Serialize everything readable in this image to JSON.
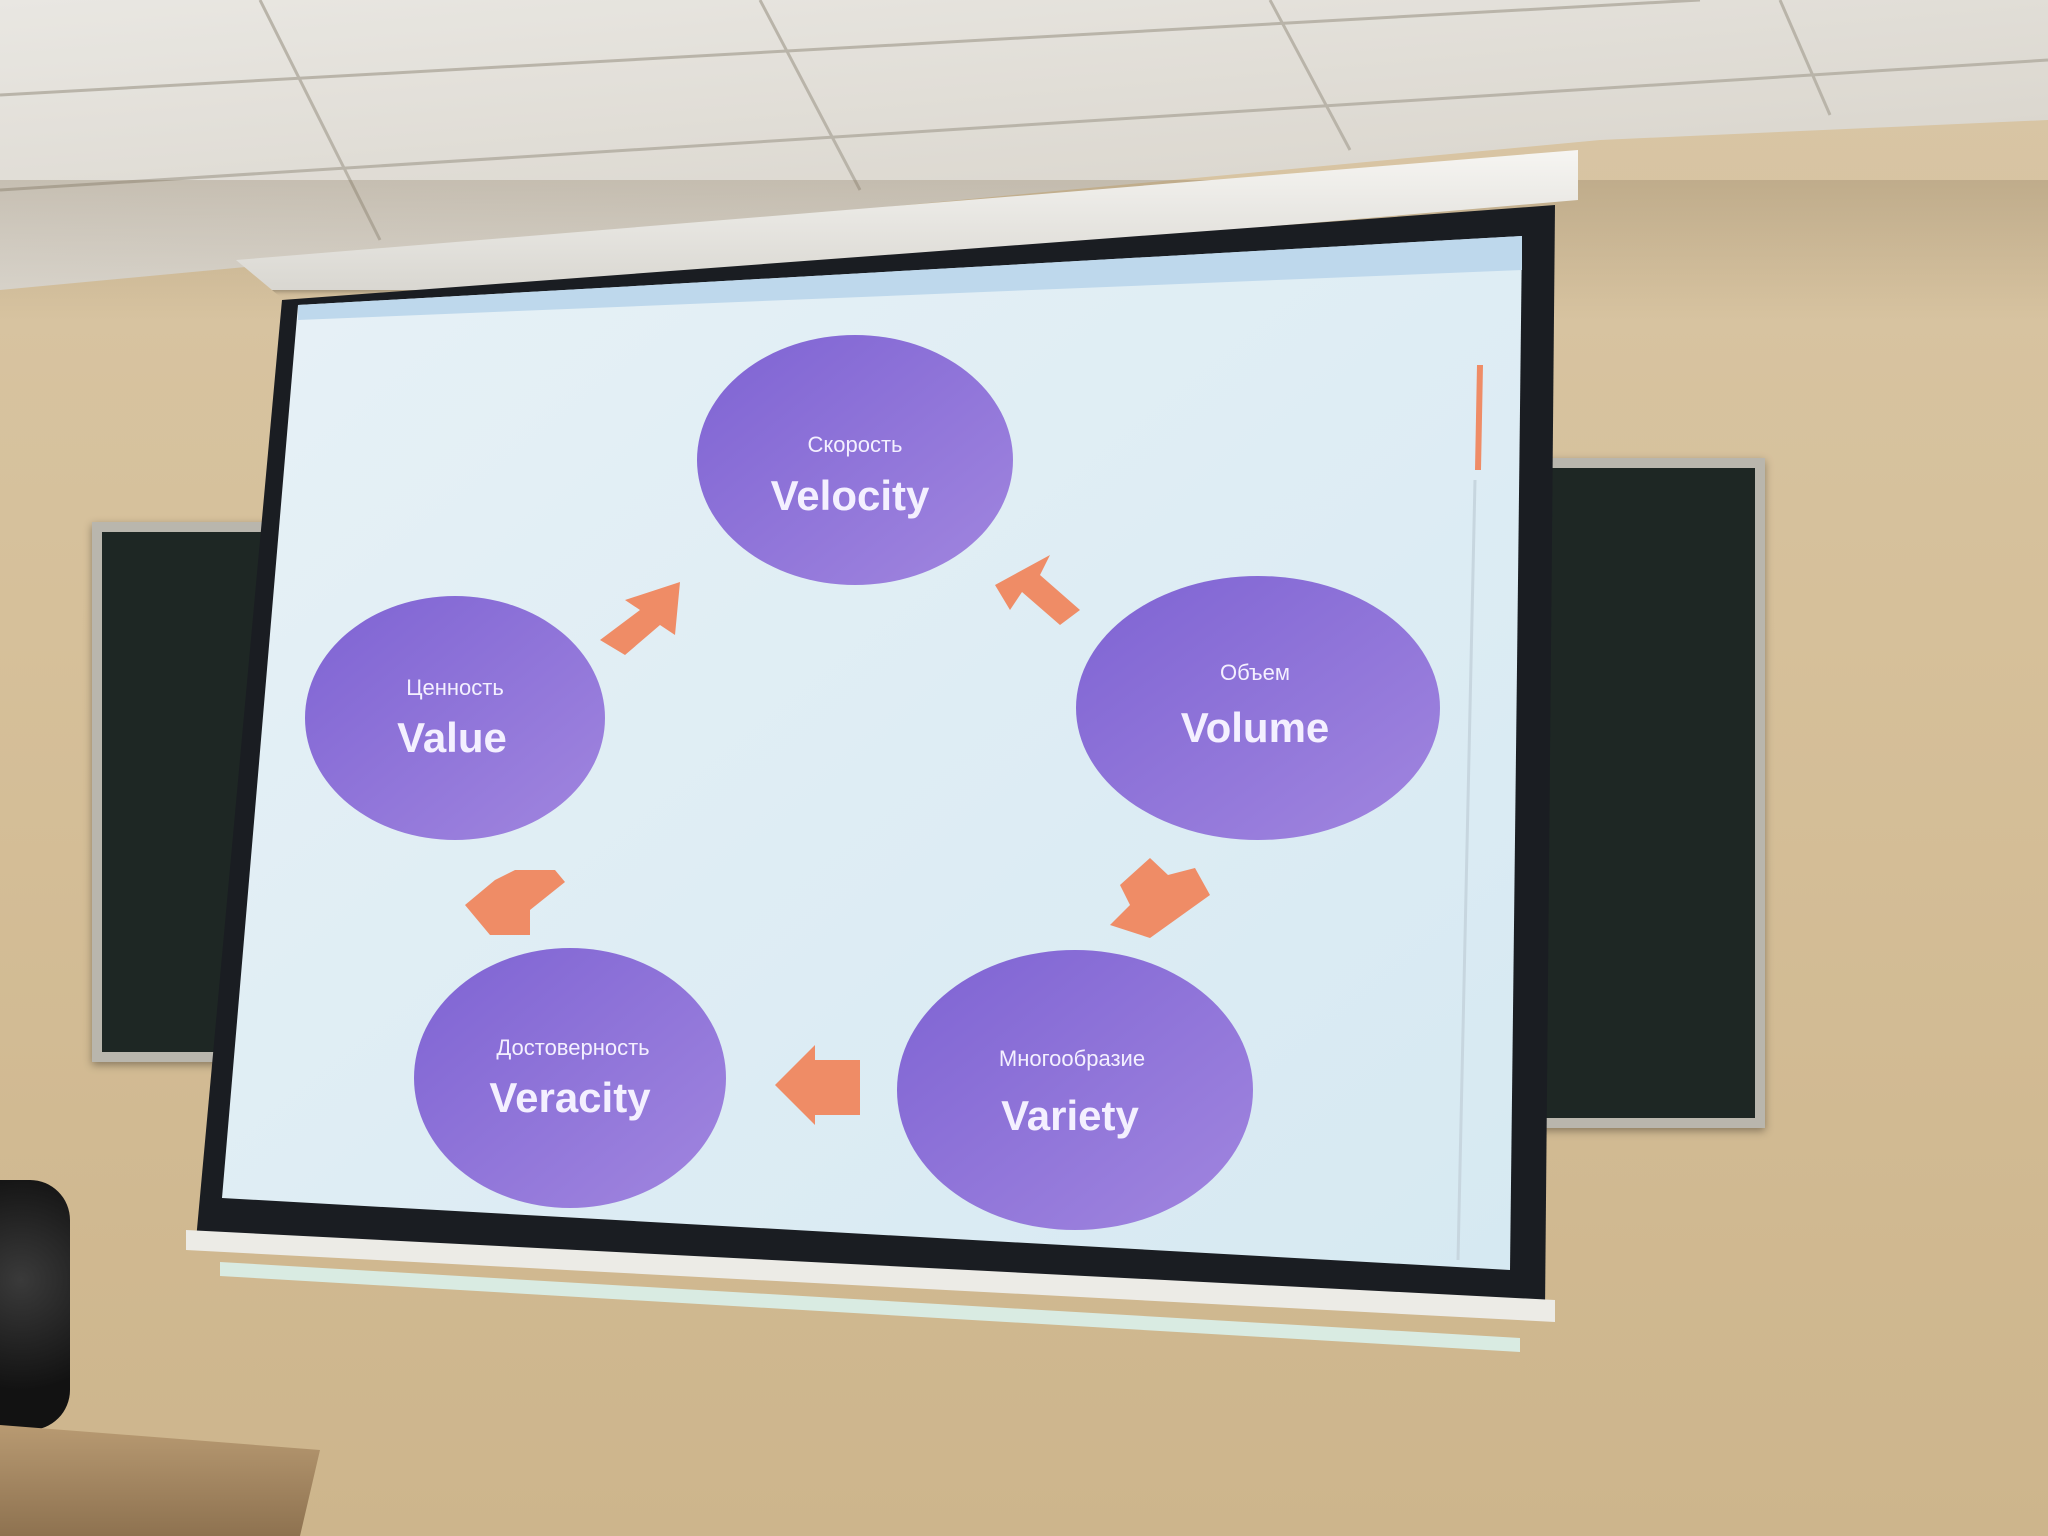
{
  "slide": {
    "nodes": [
      {
        "id": "velocity",
        "ru": "Скорость",
        "en": "Velocity"
      },
      {
        "id": "volume",
        "ru": "Объем",
        "en": "Volume"
      },
      {
        "id": "variety",
        "ru": "Многообразие",
        "en": "Variety"
      },
      {
        "id": "veracity",
        "ru": "Достоверность",
        "en": "Veracity"
      },
      {
        "id": "value",
        "ru": "Ценность",
        "en": "Value"
      }
    ]
  },
  "colors": {
    "bubble": "#8b6fd6",
    "arrow": "#ef8c66",
    "slide_bg": "#ddebf4",
    "screen_frame": "#1a1d22"
  }
}
